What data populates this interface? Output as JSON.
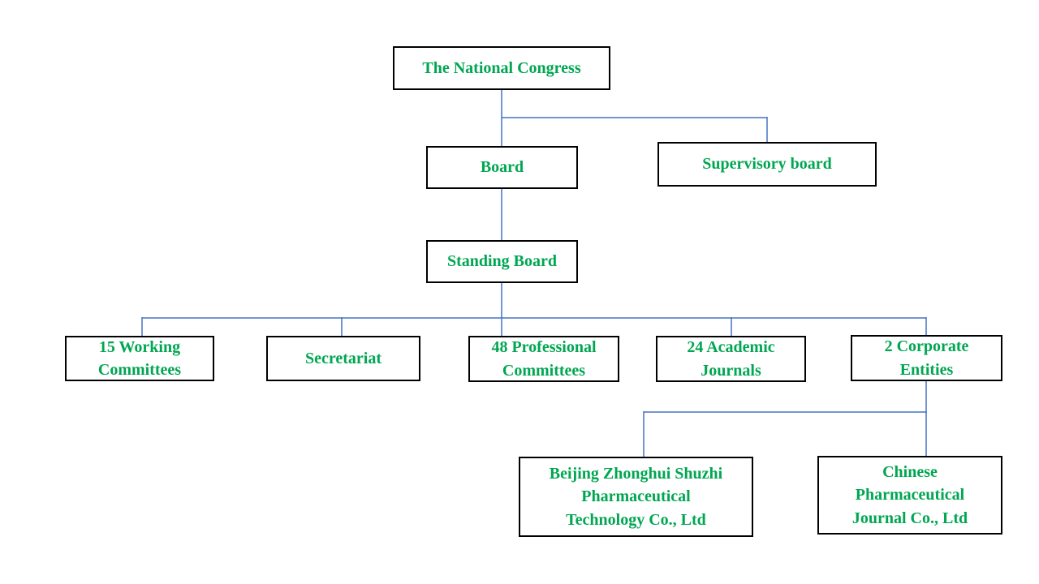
{
  "colors": {
    "node_text": "#00A651",
    "connector": "#4472C4",
    "node_border": "#000000",
    "background": "#ffffff"
  },
  "diagram": {
    "type": "org-chart",
    "nodes": [
      {
        "id": "national-congress",
        "label": "The National Congress"
      },
      {
        "id": "board",
        "label": "Board"
      },
      {
        "id": "supervisory-board",
        "label": "Supervisory board"
      },
      {
        "id": "standing-board",
        "label": "Standing Board"
      },
      {
        "id": "working-committees",
        "label": [
          "15 Working",
          "Committees"
        ]
      },
      {
        "id": "secretariat",
        "label": "Secretariat"
      },
      {
        "id": "professional-committees",
        "label": [
          "48 Professional",
          "Committees"
        ]
      },
      {
        "id": "academic-journals",
        "label": [
          "24 Academic",
          "Journals"
        ]
      },
      {
        "id": "corporate-entities",
        "label": [
          "2 Corporate",
          "Entities"
        ]
      },
      {
        "id": "beijing-zhonghui-shuzhi",
        "label": [
          "Beijing Zhonghui Shuzhi",
          "Pharmaceutical",
          "Technology Co., Ltd"
        ]
      },
      {
        "id": "chinese-pharmaceutical-journal",
        "label": [
          "Chinese",
          "Pharmaceutical",
          "Journal Co., Ltd"
        ]
      }
    ],
    "edges": [
      {
        "from": "The National Congress",
        "to": "Board"
      },
      {
        "from": "The National Congress",
        "to": "Supervisory board"
      },
      {
        "from": "Board",
        "to": "Standing Board"
      },
      {
        "from": "Standing Board",
        "to": "15 Working Committees"
      },
      {
        "from": "Standing Board",
        "to": "Secretariat"
      },
      {
        "from": "Standing Board",
        "to": "48 Professional Committees"
      },
      {
        "from": "Standing Board",
        "to": "24 Academic Journals"
      },
      {
        "from": "Standing Board",
        "to": "2 Corporate Entities"
      },
      {
        "from": "2 Corporate Entities",
        "to": "Beijing Zhonghui Shuzhi Pharmaceutical Technology Co., Ltd"
      },
      {
        "from": "2 Corporate Entities",
        "to": "Chinese Pharmaceutical Journal Co., Ltd"
      }
    ]
  }
}
